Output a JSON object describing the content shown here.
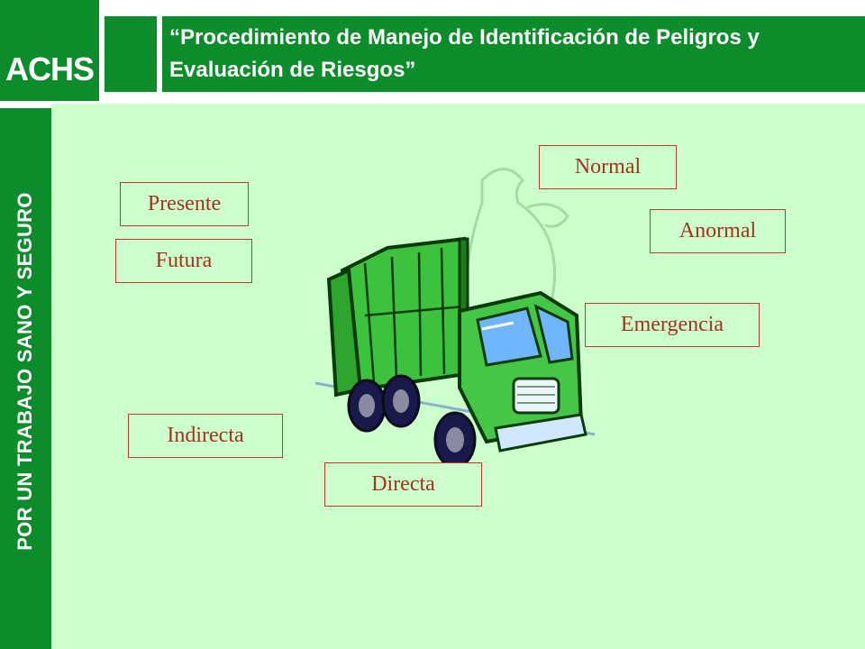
{
  "logo": {
    "text": "ACHS"
  },
  "header": {
    "title": "“Procedimiento de Manejo de Identificación de Peligros y Evaluación de Riesgos”"
  },
  "side_band": {
    "text": "POR UN TRABAJO SANO Y SEGURO"
  },
  "labels": {
    "normal": "Normal",
    "presente": "Presente",
    "anormal": "Anormal",
    "futura": "Futura",
    "emergencia": "Emergencia",
    "indirecta": "Indirecta",
    "directa": "Directa"
  },
  "illustration": {
    "icon": "garbage-truck-icon"
  },
  "colors": {
    "brand_green": "#0d8c2c",
    "background_light": "#ccffcc",
    "label_border": "#c0392b",
    "label_text": "#a3321f"
  }
}
